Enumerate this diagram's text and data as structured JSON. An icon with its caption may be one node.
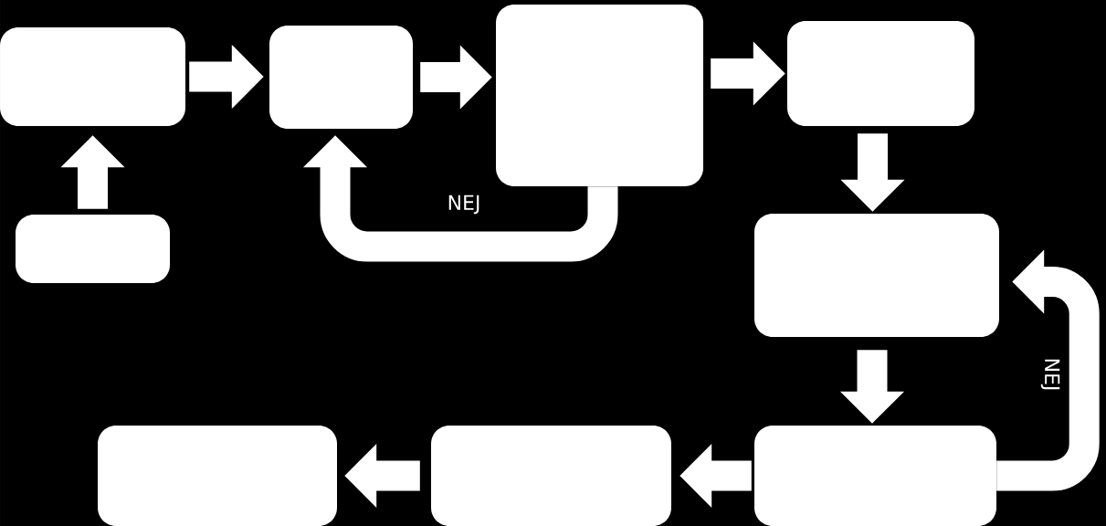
{
  "diagram": {
    "nodes": [
      {
        "text": [],
        "shape": "box"
      },
      {
        "text": [],
        "shape": "box"
      },
      {
        "text": [],
        "shape": "box"
      },
      {
        "text": [],
        "shape": "box"
      },
      {
        "text": [],
        "shape": "box"
      },
      {
        "text": [],
        "shape": "box"
      },
      {
        "text": [],
        "shape": "box"
      },
      {
        "text": [],
        "shape": "box"
      },
      {
        "text": [],
        "shape": "box"
      }
    ],
    "edges": [
      {
        "from": 4,
        "to": 0,
        "arrow": "to"
      },
      {
        "from": 0,
        "to": 1,
        "arrow": "to"
      },
      {
        "from": 1,
        "to": 2,
        "arrow": "to"
      },
      {
        "from": 2,
        "to": 1,
        "arrow": "to",
        "label": "NEJ"
      },
      {
        "from": 2,
        "to": 3,
        "arrow": "to"
      },
      {
        "from": 3,
        "to": 5,
        "arrow": "to"
      },
      {
        "from": 5,
        "to": 8,
        "arrow": "to"
      },
      {
        "from": 8,
        "to": 5,
        "arrow": "to",
        "label": "NEJ"
      },
      {
        "from": 8,
        "to": 7,
        "arrow": "to"
      },
      {
        "from": 7,
        "to": 6,
        "arrow": "to"
      }
    ]
  }
}
